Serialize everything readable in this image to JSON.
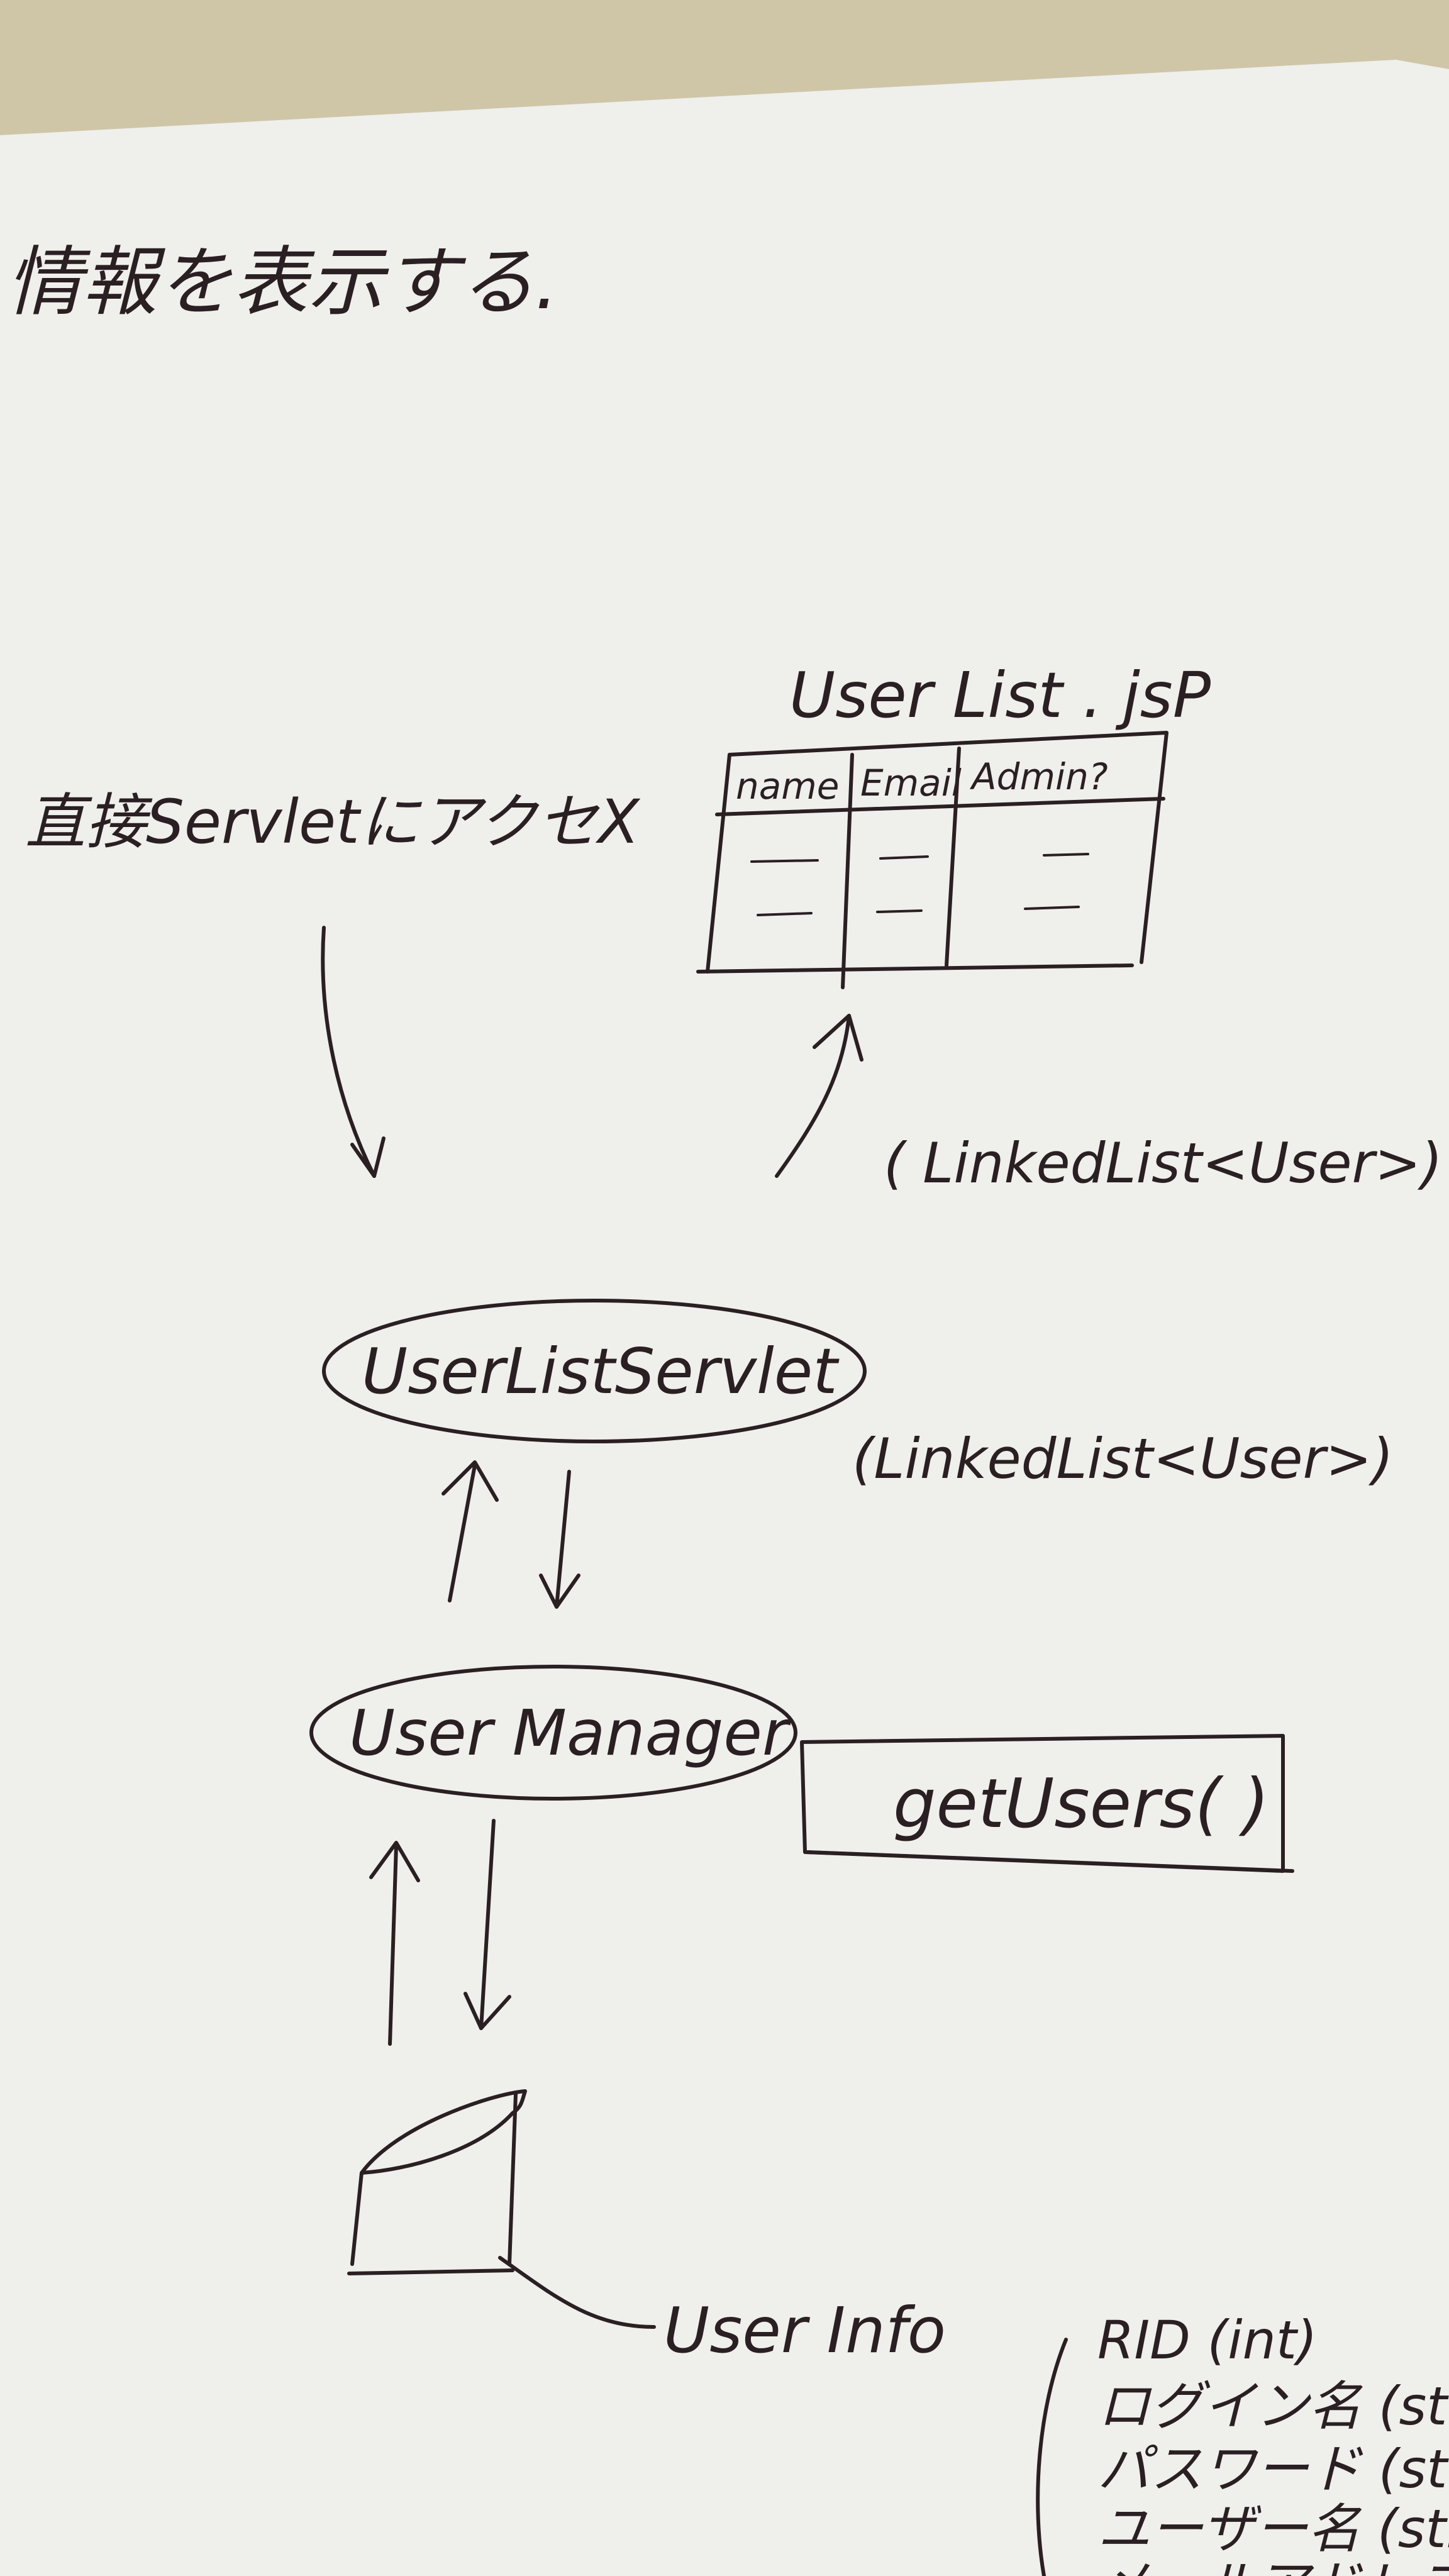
{
  "header": {
    "title": "情報を表示する."
  },
  "notes": {
    "direct_access": "直接ServletにアクセX"
  },
  "jsp": {
    "title": "User List . jsP",
    "columns": [
      "name",
      "Email",
      "Admin?"
    ],
    "rows": [
      [
        "—",
        "—",
        "—"
      ],
      [
        "—",
        "—",
        "—"
      ]
    ]
  },
  "return_type_upper": "( LinkedList<User>)",
  "servlet": {
    "name": "UserListServlet"
  },
  "return_type_lower": "(LinkedList<User>)",
  "manager": {
    "name": "User Manager",
    "method": "getUsers( )"
  },
  "database": {
    "table_name": "User Info",
    "fields": [
      "RID (int)",
      "ログイン名 (str)",
      "パスワード (str)",
      "ユーザー名 (str)",
      "メールアドレス"
    ]
  },
  "colors": {
    "paper": "#efefec",
    "ink": "#2a1f22",
    "background": "#cfc6a8"
  }
}
